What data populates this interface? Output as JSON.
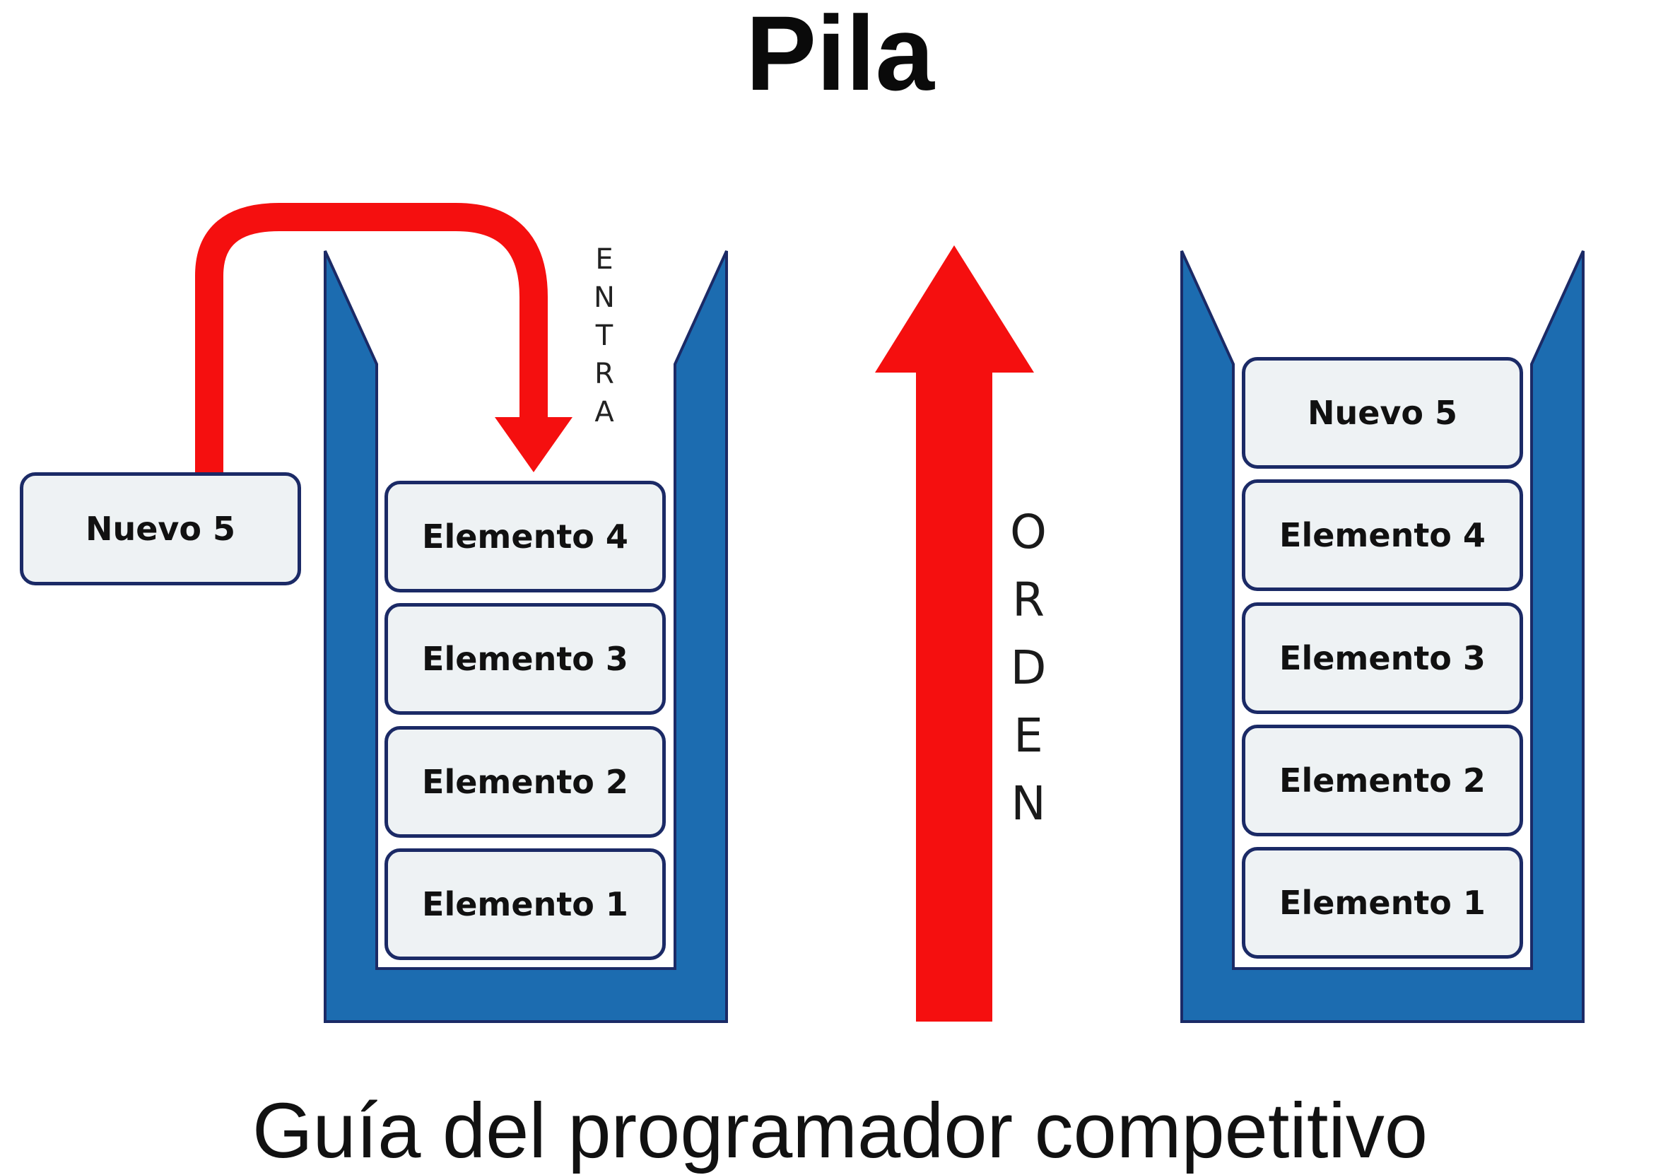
{
  "title": "Pila",
  "footer": "Guía del programador competitivo",
  "entra_letters": [
    "E",
    "N",
    "T",
    "R",
    "A"
  ],
  "orden_letters": [
    "O",
    "R",
    "D",
    "E",
    "N"
  ],
  "incoming": {
    "label": "Nuevo 5"
  },
  "left_stack": [
    "Elemento 4",
    "Elemento 3",
    "Elemento 2",
    "Elemento 1"
  ],
  "right_stack": [
    "Nuevo 5",
    "Elemento 4",
    "Elemento 3",
    "Elemento 2",
    "Elemento 1"
  ],
  "colors": {
    "container": "#1c6cb0",
    "container_stroke": "#1b2a66",
    "arrow": "#f50f0f",
    "box_fill": "#eef2f4",
    "box_border": "#1b2a66"
  }
}
